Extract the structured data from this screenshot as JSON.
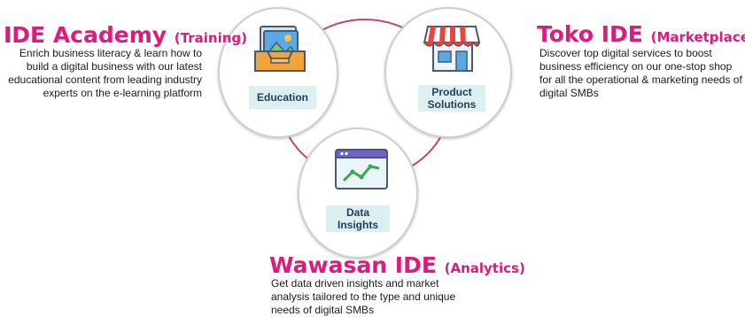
{
  "pillars": {
    "academy": {
      "title": "IDE Academy",
      "subtitle": "(Training)",
      "description": "Enrich business literacy & learn how to build a digital business with our latest educational content from leading industry experts on the e-learning platform"
    },
    "toko": {
      "title": "Toko IDE",
      "subtitle": "(Marketplace)",
      "description": "Discover top digital services to boost business efficiency on our one-stop shop for all the operational & marketing needs of digital SMBs"
    },
    "wawasan": {
      "title": "Wawasan IDE",
      "subtitle": "(Analytics)",
      "description": "Get data driven insights and market analysis tailored to the type and unique needs of digital SMBs"
    }
  },
  "nodes": {
    "education": {
      "label": "Education",
      "icon": "photo-tray-icon"
    },
    "product": {
      "label": "Product Solutions",
      "icon": "storefront-icon"
    },
    "data": {
      "label": "Data Insights",
      "icon": "line-chart-window-icon"
    }
  },
  "colors": {
    "accent": "#e0197d",
    "connector": "#b94a78",
    "pill": "#dcf0f2",
    "pill_text": "#1f3b57",
    "circle_border": "#cfcfcf"
  }
}
